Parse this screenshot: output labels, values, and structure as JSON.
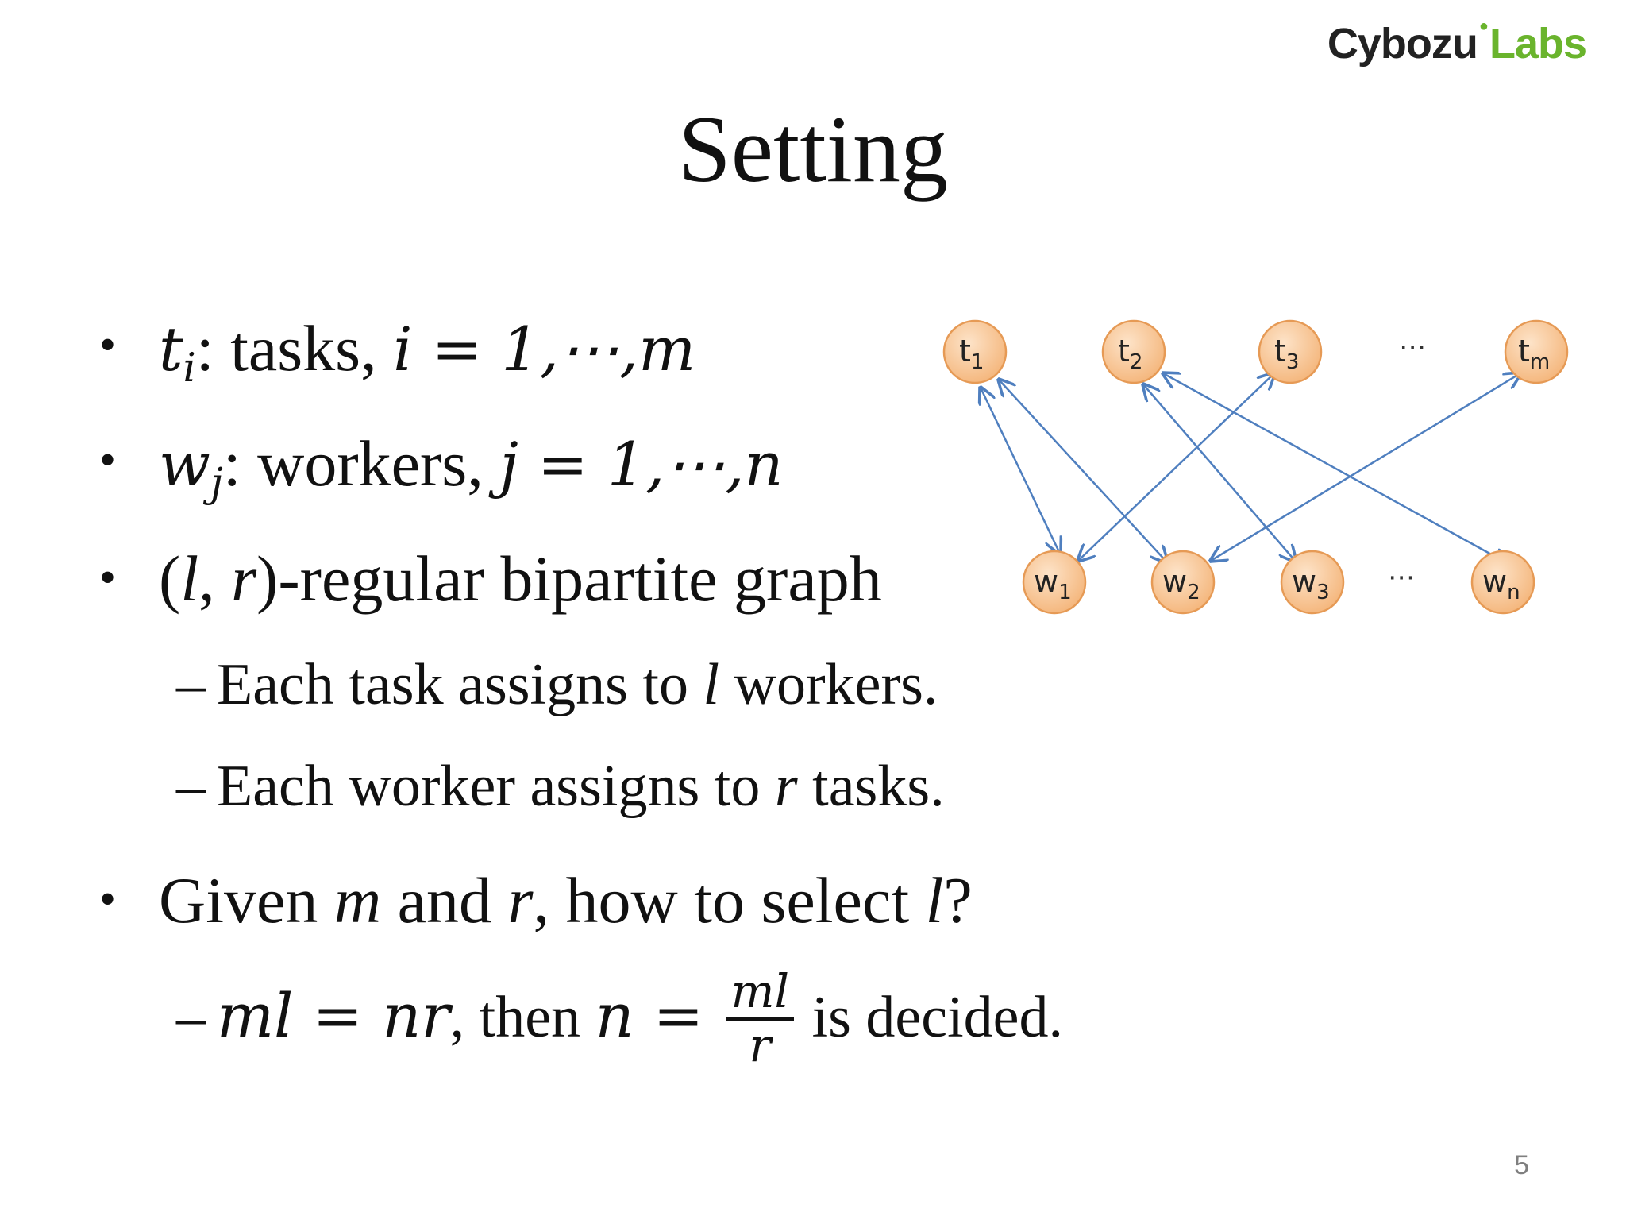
{
  "logo": {
    "part1": "Cybozu",
    "part2": "Labs"
  },
  "title": "Setting",
  "bullets": {
    "tasks": {
      "var": "t",
      "sub": "i",
      "text": ": tasks, ",
      "eq": "i = 1,⋯,m"
    },
    "workers": {
      "var": "w",
      "sub": "j",
      "text": ": workers, ",
      "eq": "j = 1,⋯,n"
    },
    "graph": {
      "open": "(",
      "l": "l",
      "comma": ", ",
      "r": "r",
      "rest": ")-regular bipartite graph"
    },
    "sub1": {
      "a": "Each task assigns to ",
      "v": "l",
      "b": " workers."
    },
    "sub2": {
      "a": "Each worker assigns to ",
      "v": "r",
      "b": " tasks."
    },
    "question": {
      "a": "Given ",
      "m": "m",
      "b": " and ",
      "r": "r",
      "c": ", how to select ",
      "l": "l",
      "d": "?"
    },
    "formula": {
      "eq1": "ml = nr",
      "then": ", then ",
      "eq2": "n = ",
      "num": "ml",
      "den": "r",
      "end": " is decided."
    }
  },
  "graph_nodes": {
    "tasks": [
      {
        "base": "t",
        "sub": "1"
      },
      {
        "base": "t",
        "sub": "2"
      },
      {
        "base": "t",
        "sub": "3"
      },
      {
        "base": "t",
        "sub": "m"
      }
    ],
    "workers": [
      {
        "base": "w",
        "sub": "1"
      },
      {
        "base": "w",
        "sub": "2"
      },
      {
        "base": "w",
        "sub": "3"
      },
      {
        "base": "w",
        "sub": "n"
      }
    ],
    "ellipsis": "⋯",
    "edges": [
      [
        "t1",
        "w1"
      ],
      [
        "t1",
        "w2"
      ],
      [
        "t2",
        "w3"
      ],
      [
        "t2",
        "wn"
      ],
      [
        "t3",
        "w1"
      ],
      [
        "tm",
        "w2"
      ]
    ]
  },
  "colors": {
    "node_fill": "#f6c08f",
    "node_stroke": "#e69a55",
    "edge": "#4f7fbf",
    "logo_green": "#6ab42d"
  },
  "page_number": "5"
}
